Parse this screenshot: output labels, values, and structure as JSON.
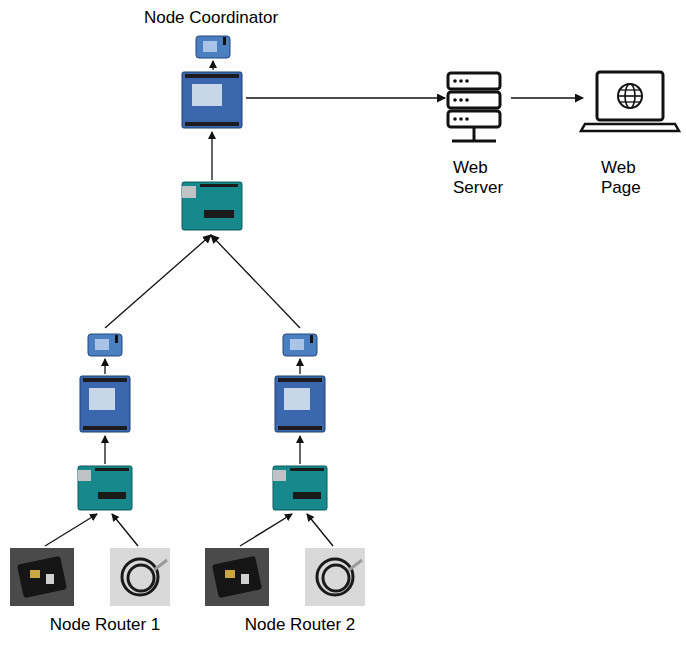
{
  "diagram": {
    "nodes": [
      {
        "text": [
          "Node Coordinator"
        ]
      },
      {
        "text": [
          "Web Server"
        ]
      },
      {
        "text": [
          "Web Page"
        ]
      },
      {
        "text": [
          "Node Router 1"
        ]
      },
      {
        "text": [
          "Node Router 2"
        ]
      }
    ],
    "edges": [
      {
        "from": 3,
        "to": 0,
        "arrow": "to"
      },
      {
        "from": 4,
        "to": 0,
        "arrow": "to"
      },
      {
        "from": 0,
        "to": 1,
        "arrow": "to"
      },
      {
        "from": 1,
        "to": 2,
        "arrow": "to"
      }
    ]
  }
}
